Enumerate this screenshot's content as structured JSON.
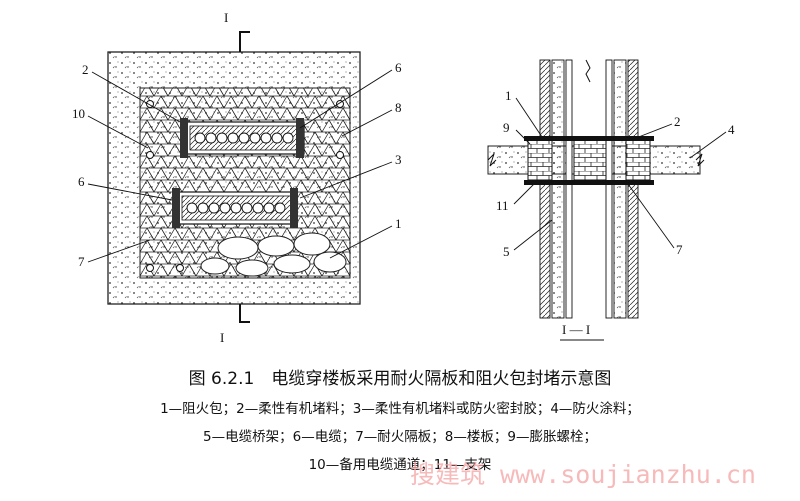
{
  "figure": {
    "section_marks": {
      "left_top": "I",
      "left_bottom": "I",
      "right_caption": "I — I"
    },
    "left_callouts": [
      "2",
      "10",
      "6",
      "7",
      "6",
      "8",
      "3",
      "1"
    ],
    "right_callouts": [
      "1",
      "9",
      "11",
      "5",
      "2",
      "4",
      "7"
    ]
  },
  "caption": {
    "title": "图 6.2.1　电缆穿楼板采用耐火隔板和阻火包封堵示意图",
    "legend_lines": [
      "1—阻火包；2—柔性有机堵料；3—柔性有机堵料或防火密封胶；4—防火涂料；",
      "5—电缆桥架；6—电缆；7—耐火隔板；8—楼板；9—膨胀螺栓；",
      "10—备用电缆通道；11—支架"
    ]
  },
  "watermark": "搜建筑 www.soujianzhu.cn"
}
